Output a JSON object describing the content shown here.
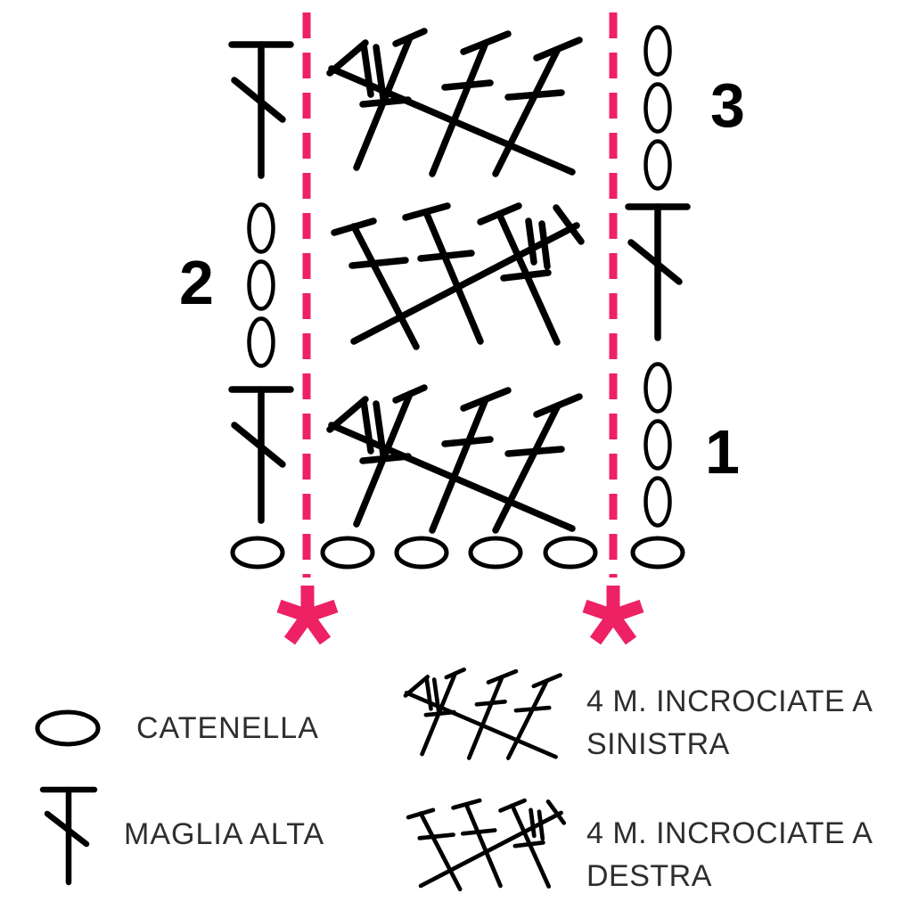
{
  "page": {
    "type": "crochet-stitch-diagram",
    "background": "#FFFFFF"
  },
  "colors": {
    "accent_pink": "#ED2164",
    "symbol_ink": "#000000",
    "label_text": "#2E2E2E"
  },
  "chart": {
    "row_labels": {
      "row1": "1",
      "row2": "2",
      "row3": "3"
    },
    "foundation_chain_count": 6,
    "turning_chain_count_per_side": 3,
    "repeat_marker_glyph": "*",
    "repeat_marker_count": 2,
    "rows": [
      {
        "label": "1",
        "stitches": [
          "maglia-alta",
          "4-m-incrociate-a-sinistra",
          "3-catenelle"
        ]
      },
      {
        "label": "2",
        "stitches": [
          "3-catenelle",
          "4-m-incrociate-a-destra",
          "maglia-alta"
        ]
      },
      {
        "label": "3",
        "stitches": [
          "maglia-alta",
          "4-m-incrociate-a-sinistra",
          "3-catenelle"
        ]
      }
    ]
  },
  "legend": {
    "items": [
      {
        "id": "catenella",
        "label": "CATENELLA"
      },
      {
        "id": "maglia-alta",
        "label": "MAGLIA ALTA"
      },
      {
        "id": "incrociate-sinistra",
        "label": "4 M. INCROCIATE A SINISTRA"
      },
      {
        "id": "incrociate-destra",
        "label": "4 M. INCROCIATE A DESTRA"
      }
    ]
  }
}
